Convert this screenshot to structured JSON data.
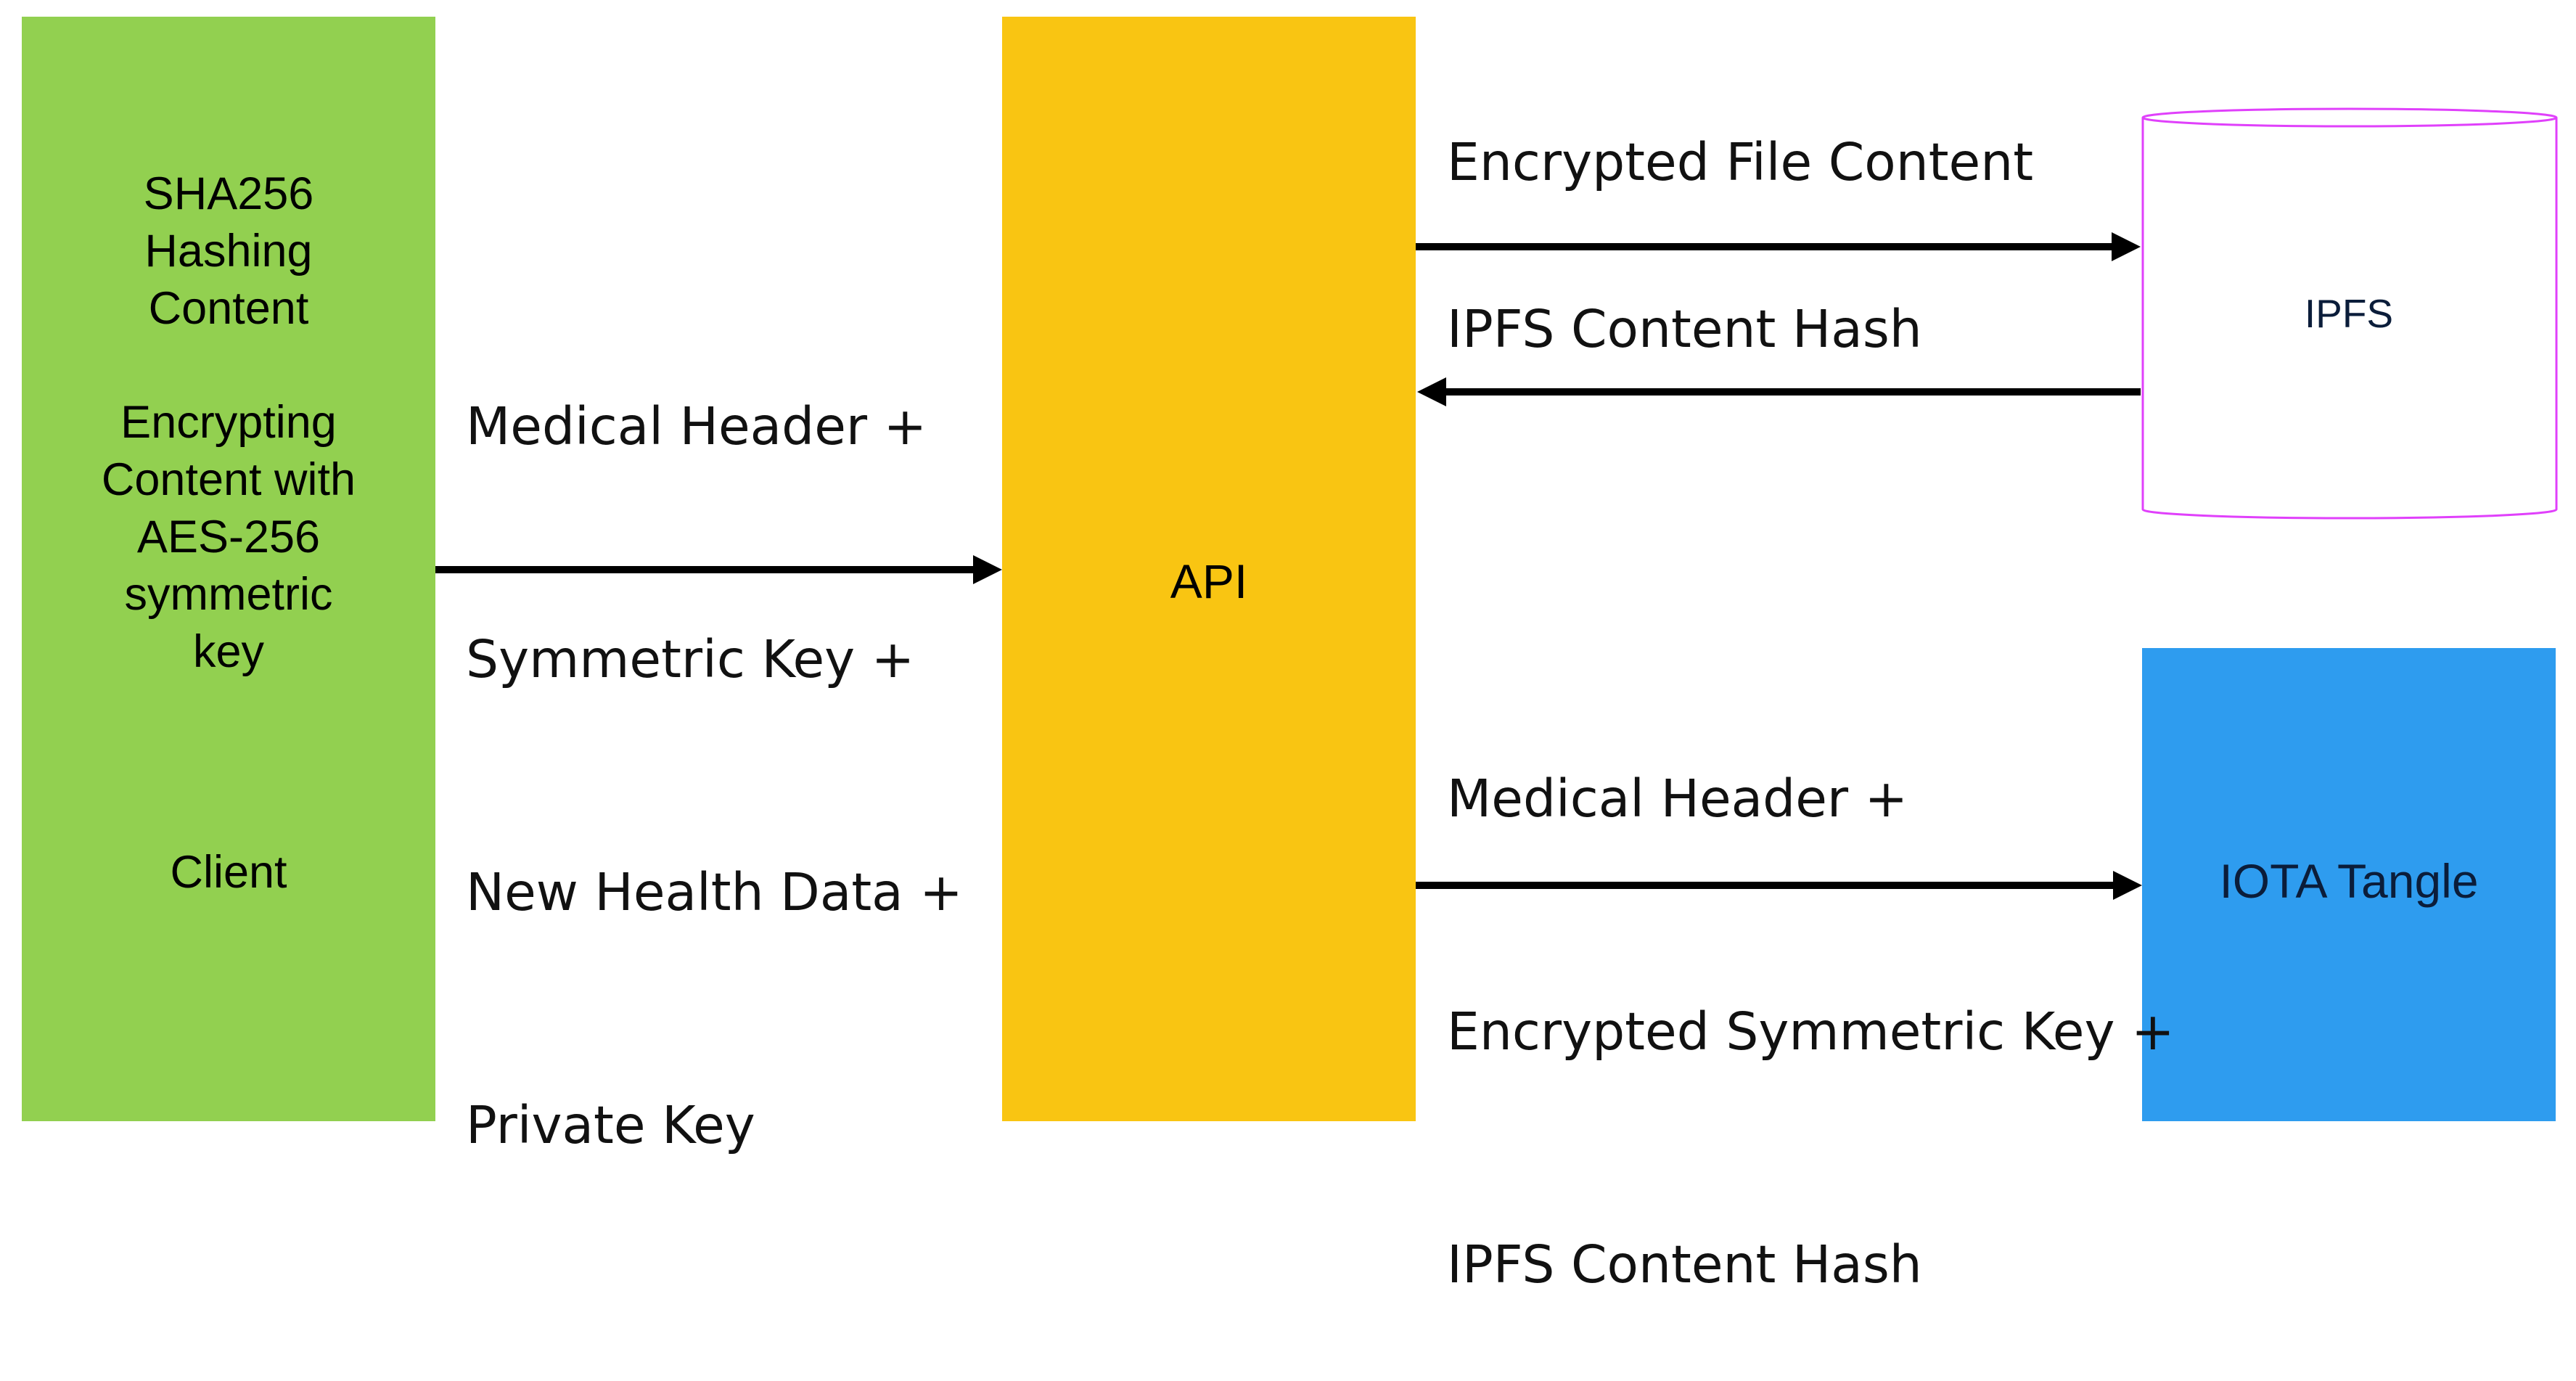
{
  "client": {
    "process_lines_1": [
      "SHA256",
      "Hashing",
      "Content"
    ],
    "process_lines_2": [
      "Encrypting",
      "Content with",
      "AES-256",
      "symmetric",
      "key"
    ],
    "label": "Client"
  },
  "api": {
    "label": "API"
  },
  "ipfs": {
    "label": "IPFS"
  },
  "tangle": {
    "label": "IOTA Tangle"
  },
  "flows": {
    "client_to_api": [
      "Medical Header +",
      "Symmetric Key +",
      "New Health Data +",
      "Private Key"
    ],
    "api_to_ipfs": "Encrypted File Content",
    "ipfs_to_api": "IPFS Content Hash",
    "api_to_tangle": [
      "Medical Header +",
      "Encrypted Symmetric Key +",
      "IPFS Content Hash"
    ]
  },
  "colors": {
    "client_fill": "#92d050",
    "api_fill": "#f9c512",
    "tangle_fill": "#2e9cef",
    "ipfs_outline": "#e040fb",
    "arrow": "#000000"
  }
}
